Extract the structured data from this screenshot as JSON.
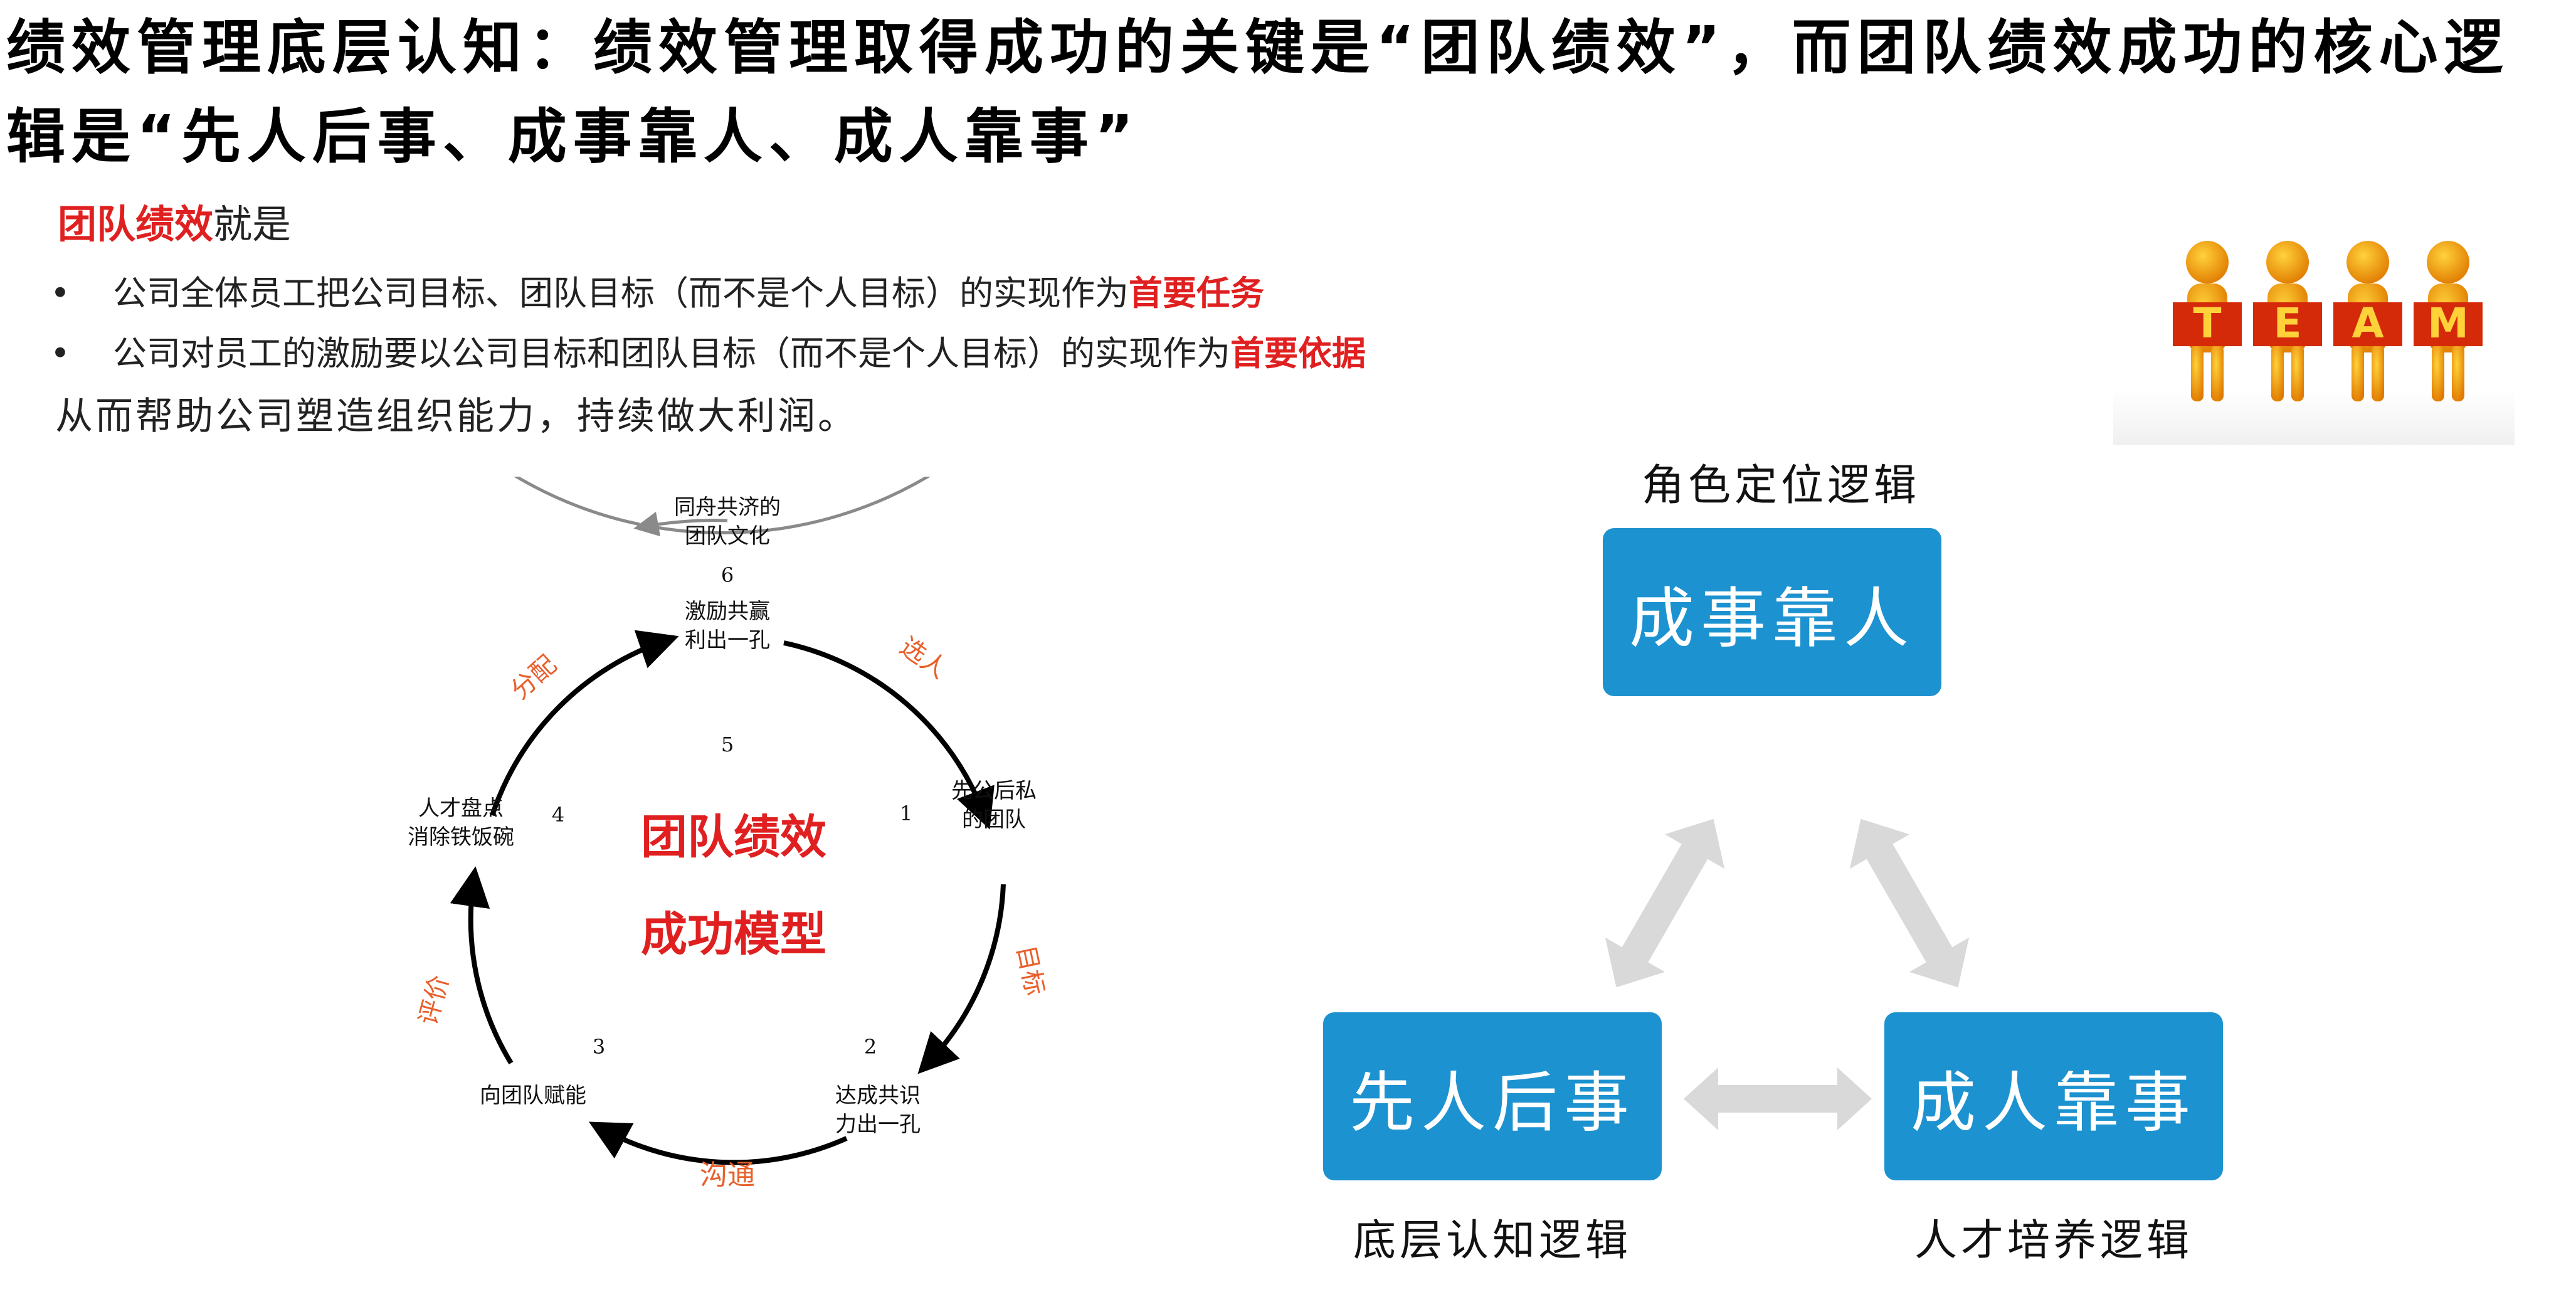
{
  "title": "绩效管理底层认知：绩效管理取得成功的关键是“团队绩效”，而团队绩效成功的核心逻辑是“先人后事、成事靠人、成人靠事”",
  "intro": {
    "highlight": "团队绩效",
    "rest": "就是"
  },
  "bullets": [
    {
      "marker": "•",
      "text": "公司全体员工把公司目标、团队目标（而不是个人目标）的实现作为",
      "emphasis": "首要任务"
    },
    {
      "marker": "•",
      "text": "公司对员工的激励要以公司目标和团队目标（而不是个人目标）的实现作为",
      "emphasis": "首要依据"
    }
  ],
  "closing": "从而帮助公司塑造组织能力，持续做大利润。",
  "team_image": {
    "letters": [
      "T",
      "E",
      "A",
      "M"
    ]
  },
  "cycle": {
    "center_line1": "团队绩效",
    "center_line2": "成功模型",
    "top_label_line1": "同舟共济的",
    "top_label_line2": "团队文化",
    "nodes": [
      {
        "number": "1",
        "line1": "先公后私",
        "line2": "的团队"
      },
      {
        "number": "2",
        "line1": "达成共识",
        "line2": "力出一孔"
      },
      {
        "number": "3",
        "line1": "向团队赋能",
        "line2": ""
      },
      {
        "number": "4",
        "line1": "人才盘点",
        "line2": "消除铁饭碗"
      },
      {
        "number": "5",
        "line1": "",
        "line2": ""
      },
      {
        "number": "6",
        "line1": "激励共赢",
        "line2": "利出一孔"
      }
    ],
    "arrow_labels": [
      "选人",
      "目标",
      "沟通",
      "评价",
      "分配"
    ],
    "colors": {
      "label": "#e8602c",
      "center": "#e02020"
    }
  },
  "triangle": {
    "top": {
      "box": "成事靠人",
      "caption": "角色定位逻辑"
    },
    "left": {
      "box": "先人后事",
      "caption": "底层认知逻辑"
    },
    "right": {
      "box": "成人靠事",
      "caption": "人才培养逻辑"
    },
    "colors": {
      "box": "#1d92d0",
      "arrow": "#d9d9d9"
    }
  }
}
